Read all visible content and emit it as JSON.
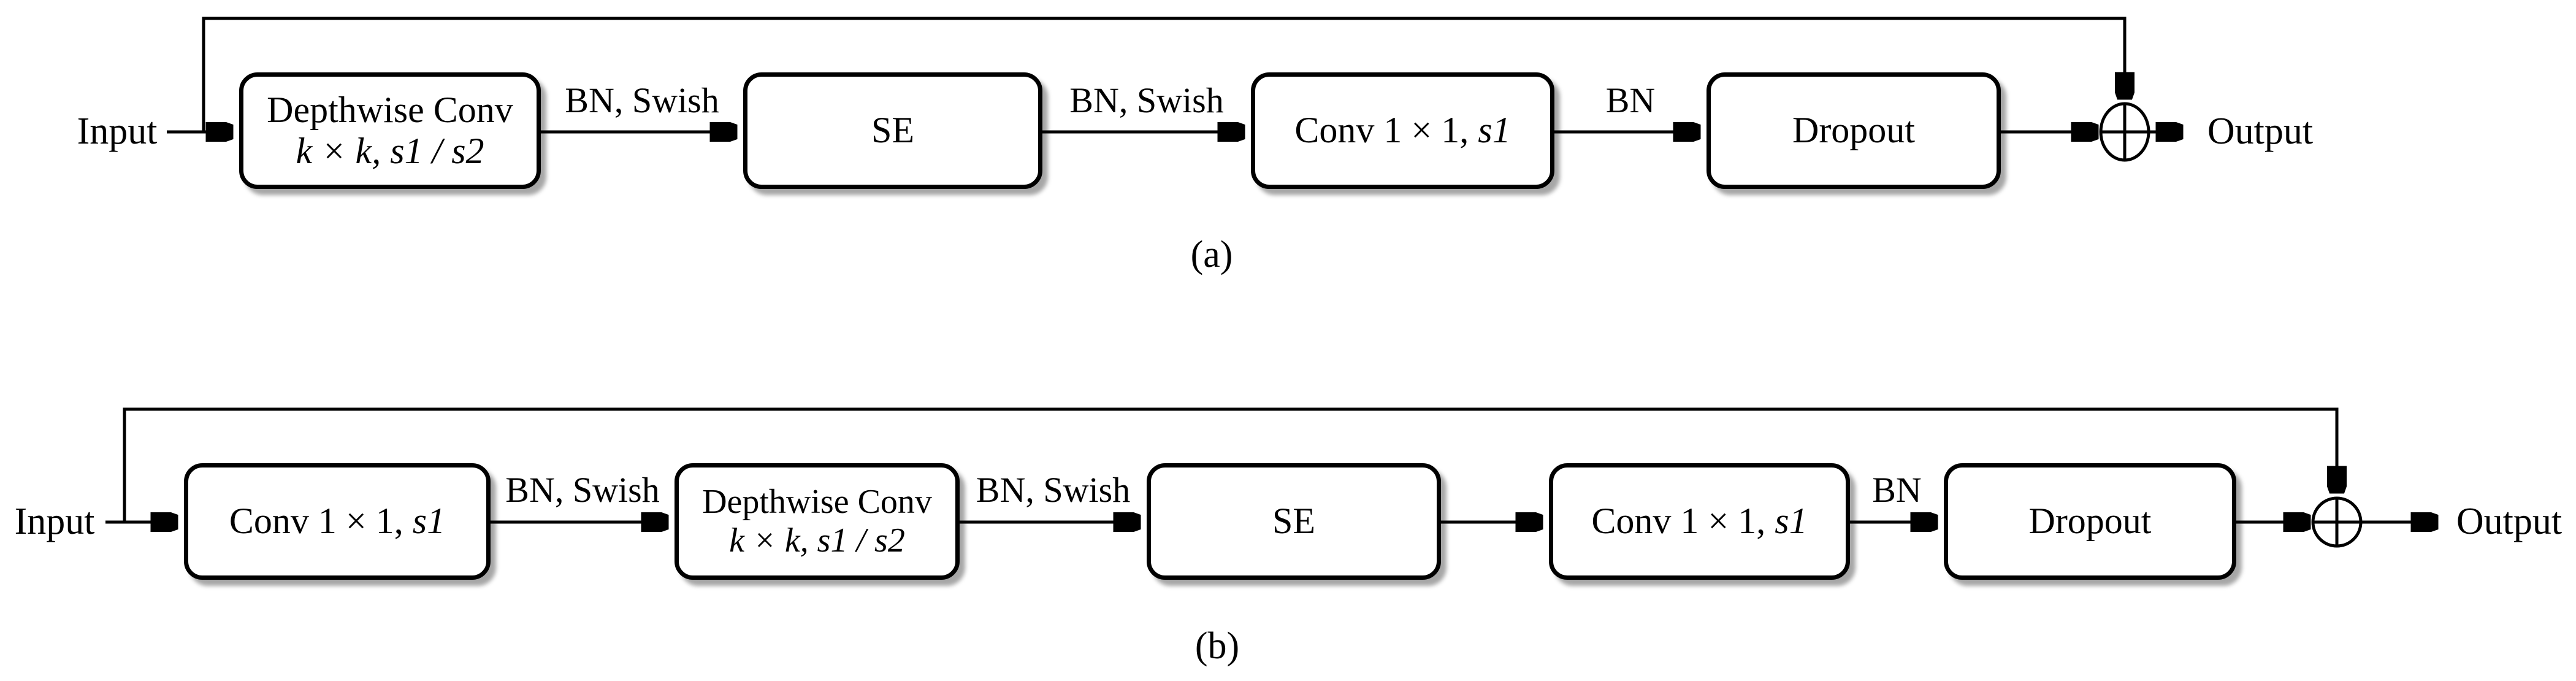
{
  "diagram_a": {
    "input_label": "Input",
    "output_label": "Output",
    "caption": "(a)",
    "blocks": {
      "depthwise": {
        "title": "Depthwise Conv",
        "subtitle": "k × k, s1 / s2"
      },
      "se": {
        "title": "SE"
      },
      "conv_project": {
        "title_main": "Conv 1 × 1, ",
        "title_italic": "s1"
      },
      "dropout": {
        "title": "Dropout"
      }
    },
    "edge_labels": {
      "after_depthwise": "BN, Swish",
      "after_se": "BN, Swish",
      "after_conv": "BN"
    }
  },
  "diagram_b": {
    "input_label": "Input",
    "output_label": "Output",
    "caption": "(b)",
    "blocks": {
      "conv_expand": {
        "title_main": "Conv 1 × 1, ",
        "title_italic": "s1"
      },
      "depthwise": {
        "title": "Depthwise Conv",
        "subtitle": "k × k, s1 / s2"
      },
      "se": {
        "title": "SE"
      },
      "conv_project": {
        "title_main": "Conv 1 × 1, ",
        "title_italic": "s1"
      },
      "dropout": {
        "title": "Dropout"
      }
    },
    "edge_labels": {
      "after_conv_expand": "BN, Swish",
      "after_depthwise": "BN, Swish",
      "after_conv_project": "BN"
    }
  },
  "colors": {
    "line": "#000000",
    "box_border": "#000000",
    "box_fill": "#ffffff",
    "background": "#ffffff"
  }
}
